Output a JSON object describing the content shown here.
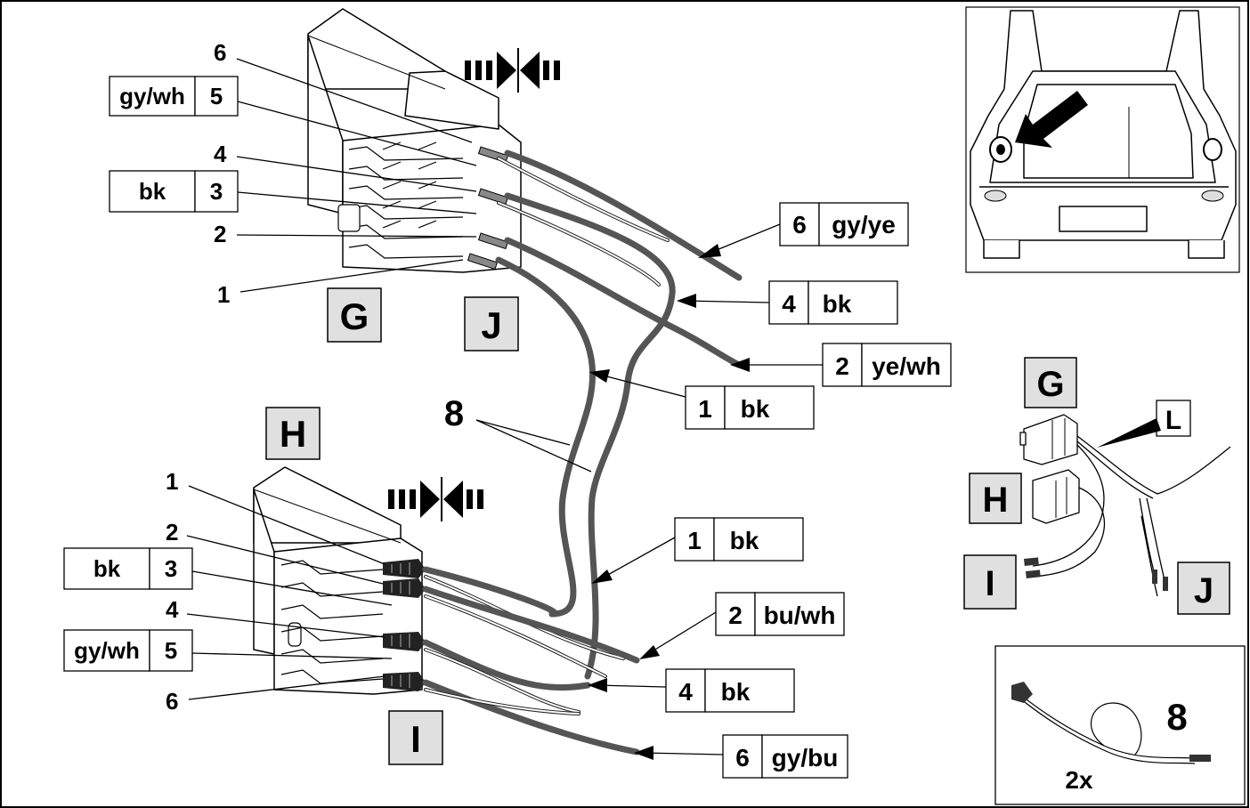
{
  "connector_top": {
    "pin_labels": [
      "6",
      "5",
      "4",
      "3",
      "2",
      "1"
    ],
    "tag_5": {
      "color": "gy/wh",
      "pin": "5"
    },
    "tag_3": {
      "color": "bk",
      "pin": "3"
    },
    "label_g": "G",
    "label_j": "J"
  },
  "connector_bottom": {
    "pin_labels": [
      "1",
      "2",
      "3",
      "4",
      "5",
      "6"
    ],
    "tag_3": {
      "color": "bk",
      "pin": "3"
    },
    "tag_5": {
      "color": "gy/wh",
      "pin": "5"
    },
    "label_h": "H",
    "label_i": "I"
  },
  "wire_tags_top": [
    {
      "pin": "6",
      "color": "gy/ye"
    },
    {
      "pin": "4",
      "color": "bk"
    },
    {
      "pin": "2",
      "color": "ye/wh"
    },
    {
      "pin": "1",
      "color": "bk"
    }
  ],
  "wire_tags_bottom": [
    {
      "pin": "1",
      "color": "bk"
    },
    {
      "pin": "2",
      "color": "bu/wh"
    },
    {
      "pin": "4",
      "color": "bk"
    },
    {
      "pin": "6",
      "color": "gy/bu"
    }
  ],
  "cable_label": "8",
  "overview": {
    "label_g": "G",
    "label_h": "H",
    "label_i": "I",
    "label_j": "J",
    "label_l": "L"
  },
  "kit_box": {
    "number": "8",
    "quantity": "2x"
  },
  "colors": {
    "label_fill": "#e0e0e0",
    "wire_dark": "#555555"
  }
}
